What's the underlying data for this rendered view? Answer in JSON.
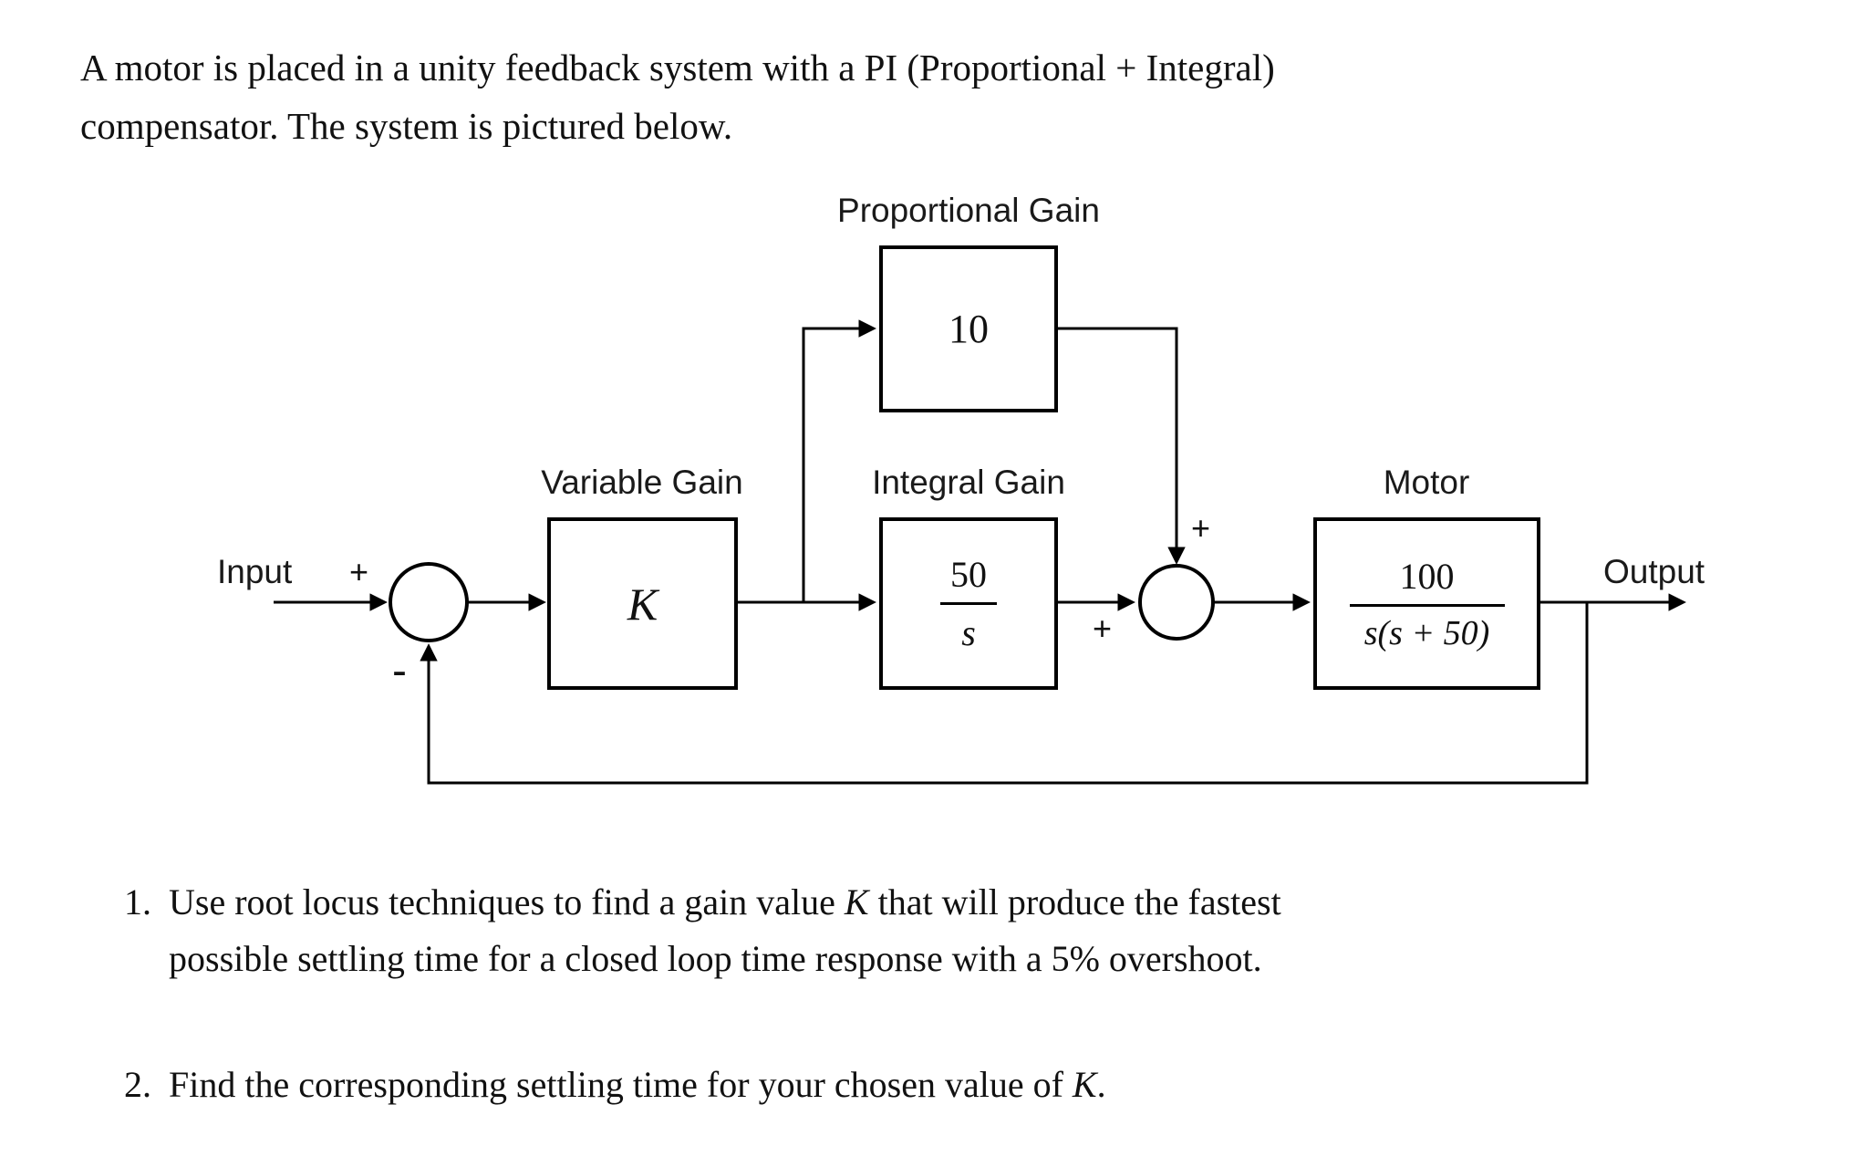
{
  "page": {
    "background": "#ffffff",
    "ink": "#000000"
  },
  "intro": {
    "line1": "A motor is placed in a unity feedback system with a PI (Proportional + Integral)",
    "line2": "compensator. The system is pictured below."
  },
  "diagram": {
    "proportional_block": {
      "label": "Proportional Gain",
      "value": "10"
    },
    "variable_block": {
      "label": "Variable Gain",
      "value": "K"
    },
    "integral_block": {
      "label": "Integral Gain",
      "numerator": "50",
      "denominator": "s"
    },
    "motor_block": {
      "label": "Motor",
      "numerator": "100",
      "denominator": "s(s + 50)"
    },
    "input_label": "Input",
    "output_label": "Output",
    "sum1_sign_plus": "+",
    "sum1_sign_minus": "-",
    "sum2_sign_top": "+",
    "sum2_sign_left": "+"
  },
  "problems": [
    {
      "number": "1.",
      "line1_pre": "Use root locus techniques to find a gain value ",
      "line1_var": "K",
      "line1_post": " that will produce the fastest",
      "line2": "possible settling time for a closed loop time response with a 5% overshoot."
    },
    {
      "number": "2.",
      "pre": "Find the corresponding settling time for your chosen value of ",
      "var": "K",
      "post": "."
    }
  ]
}
